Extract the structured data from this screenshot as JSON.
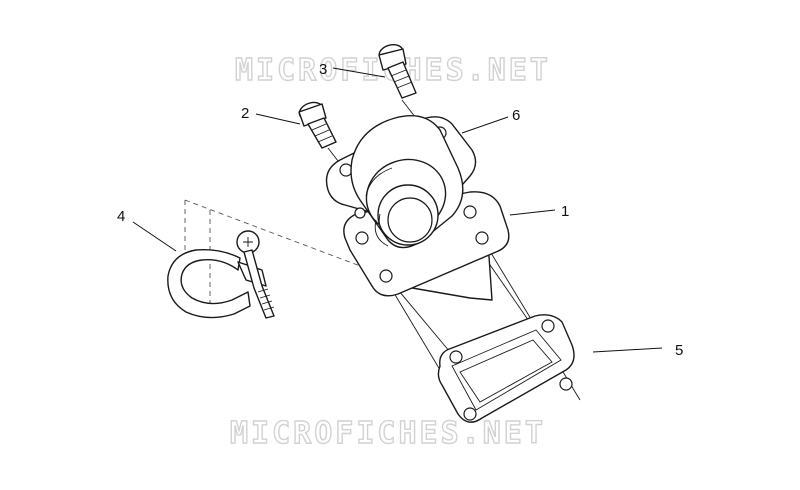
{
  "watermark": {
    "top_text": "MICROFICHES.NET",
    "bottom_text": "MICROFICHES.NET"
  },
  "callouts": [
    {
      "id": "1",
      "label": "1"
    },
    {
      "id": "2",
      "label": "2"
    },
    {
      "id": "3",
      "label": "3"
    },
    {
      "id": "4",
      "label": "4"
    },
    {
      "id": "5",
      "label": "5"
    },
    {
      "id": "6",
      "label": "6"
    }
  ],
  "colors": {
    "line": "#1a1a1a",
    "watermark_outline": "#d2d2d2",
    "background": "#ffffff"
  }
}
